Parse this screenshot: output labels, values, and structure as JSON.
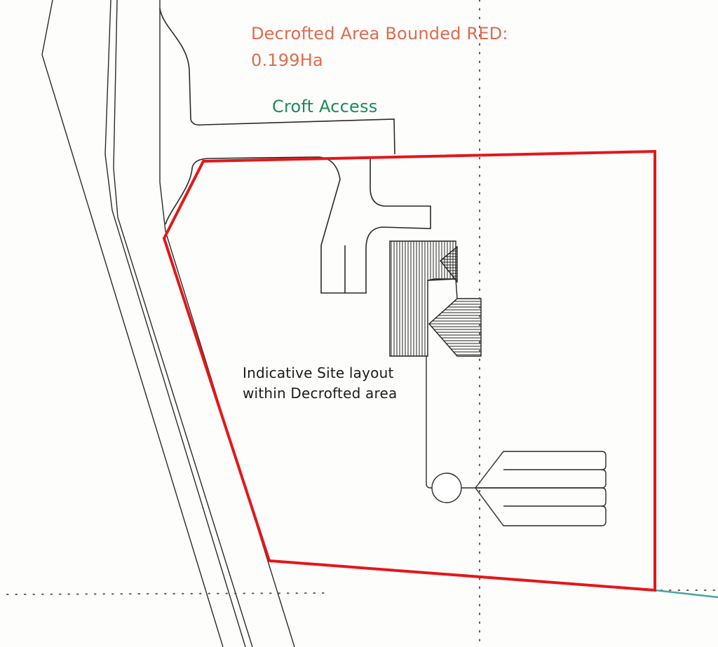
{
  "labels": {
    "decrofted_area_line1": "Decrofted Area Bounded RED:",
    "decrofted_area_line2": "0.199Ha",
    "croft_access": "Croft Access",
    "site_layout_line1": "Indicative Site layout",
    "site_layout_line2": "within Decrofted area"
  },
  "colors": {
    "boundary_red": "#e3171b",
    "decrofted_text": "#e06a4e",
    "croft_access_text": "#1a8a5a",
    "linework": "#2a2a2a",
    "teal_boundary": "#4aa3a0"
  }
}
